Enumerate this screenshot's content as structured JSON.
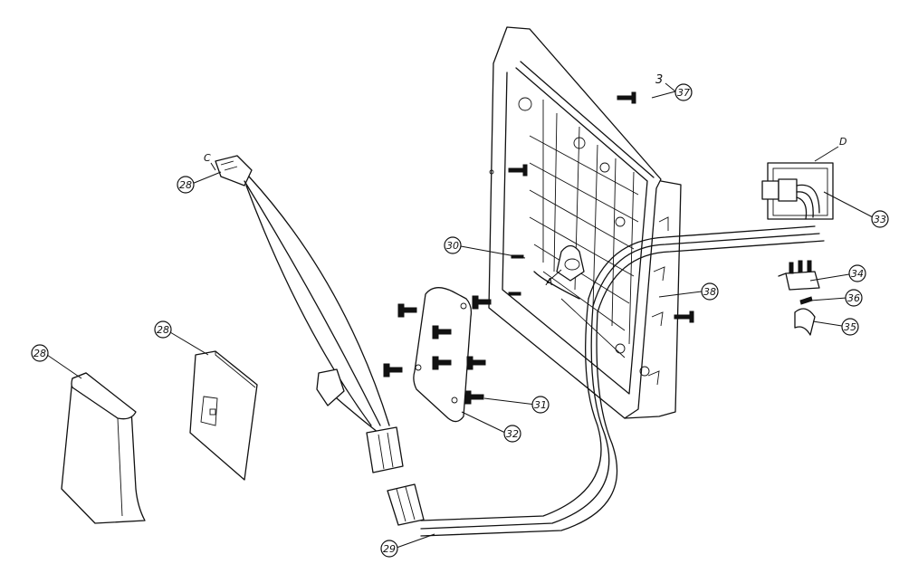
{
  "callouts": {
    "c28a": "28",
    "c28b": "28",
    "c28c": "28",
    "c29": "29",
    "c30": "30",
    "c31": "31",
    "c32": "32",
    "c33": "33",
    "c34": "34",
    "c35": "35",
    "c36": "36",
    "c37": "37",
    "c38": "38"
  },
  "labels": {
    "connector_c": "C",
    "connector_d": "D",
    "connector_a": "A",
    "qty_37": "3"
  }
}
